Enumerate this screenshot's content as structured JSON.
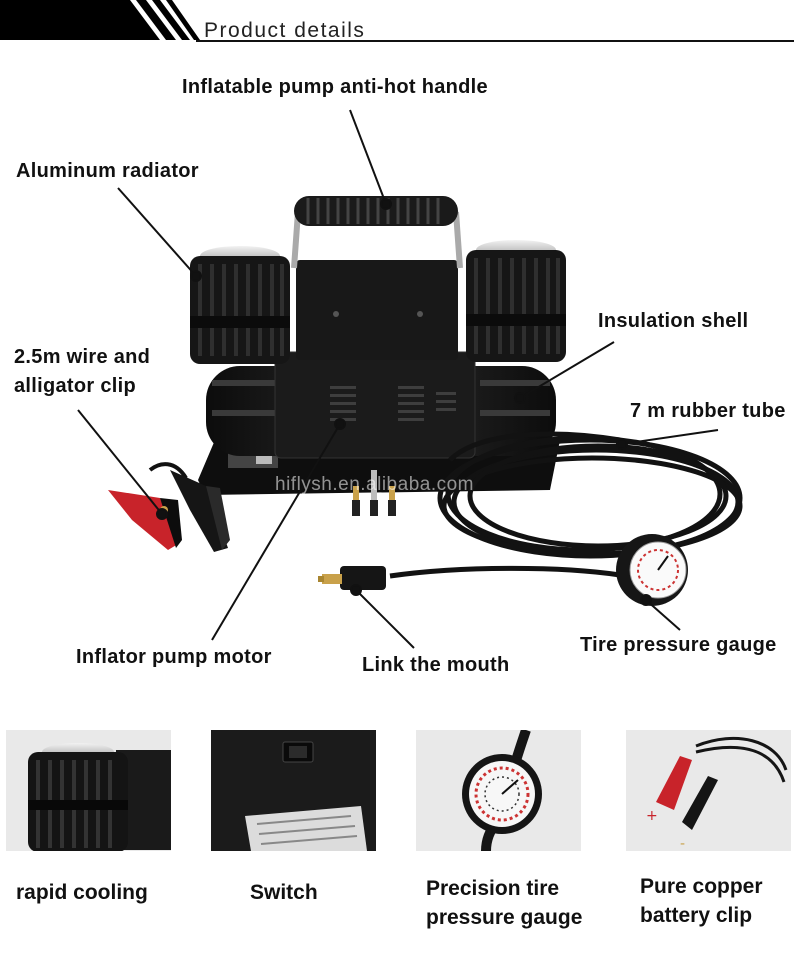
{
  "header": {
    "title": "Product details"
  },
  "watermark": "hiflysh.en.alibaba.com",
  "callouts": {
    "handle": "Inflatable pump anti-hot handle",
    "radiator": "Aluminum radiator",
    "wire_line1": "2.5m wire and",
    "wire_line2": "alligator clip",
    "shell": "Insulation shell",
    "tube": "7 m rubber tube",
    "motor": "Inflator pump motor",
    "mouth": "Link the mouth",
    "gauge": "Tire pressure gauge"
  },
  "features": [
    {
      "line1": "rapid cooling",
      "line2": ""
    },
    {
      "line1": "Switch",
      "line2": ""
    },
    {
      "line1": "Precision tire",
      "line2": "pressure gauge"
    },
    {
      "line1": "Pure copper",
      "line2": "battery clip"
    }
  ],
  "colors": {
    "body": "#151515",
    "clip_red": "#c8232a",
    "brass": "#c9a14a",
    "panel_bg": "#e9e9e9"
  }
}
